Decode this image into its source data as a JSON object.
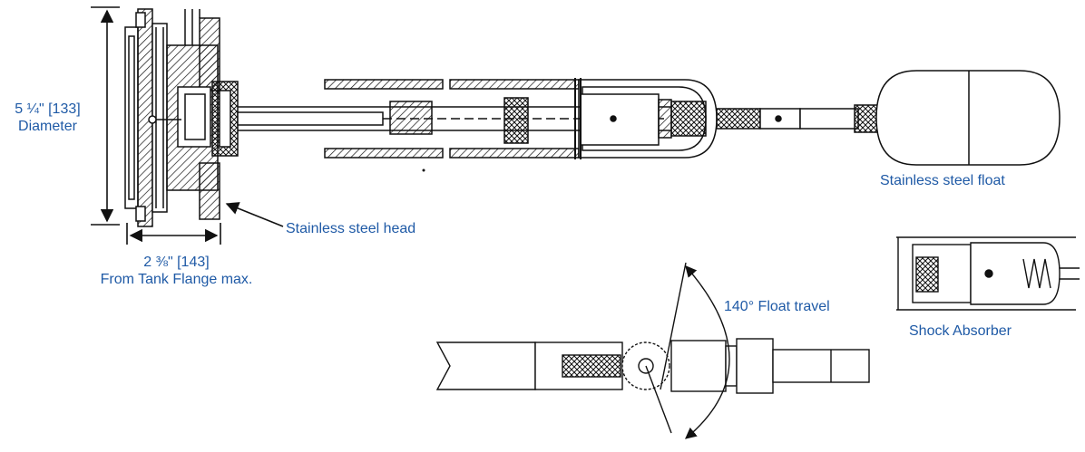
{
  "labels": {
    "diameter_value": "5 ¼\" [133]",
    "diameter_word": "Diameter",
    "flange_value": "2 ⅜\" [143]",
    "flange_word": "From Tank Flange max.",
    "head": "Stainless steel head",
    "float": "Stainless steel float",
    "travel": "140° Float travel",
    "shock": "Shock Absorber"
  },
  "colors": {
    "label_text": "#1f5aa6",
    "line_art": "#111111",
    "background": "#ffffff"
  }
}
